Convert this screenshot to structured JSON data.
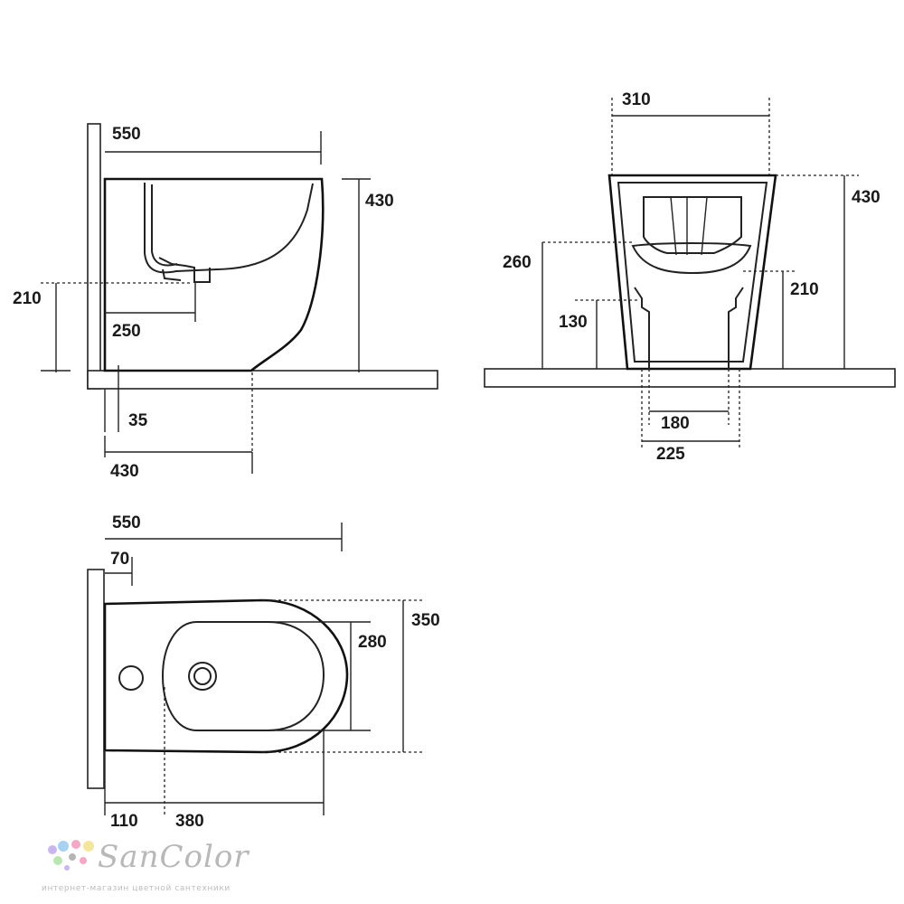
{
  "side_view": {
    "dim_width": "550",
    "dim_height": "430",
    "dim_inlet_height": "210",
    "dim_inlet_depth": "250",
    "dim_wall_offset": "35",
    "dim_base_depth": "430"
  },
  "front_view": {
    "dim_top_width": "310",
    "dim_height": "430",
    "dim_rim_height": "260",
    "dim_outlet_height": "210",
    "dim_base_height": "130",
    "dim_inner_base": "180",
    "dim_outer_base": "225"
  },
  "top_view": {
    "dim_length": "550",
    "dim_wall_gap": "70",
    "dim_width": "350",
    "dim_bowl_width": "280",
    "dim_hole_offset": "110",
    "dim_bowl_length": "380"
  },
  "logo": {
    "brand": "SanColor",
    "tagline": "интернет-магазин цветной сантехники",
    "colors": [
      "#f7a6c6",
      "#a8d2f2",
      "#c9b6ef",
      "#f4e79b",
      "#b8e6b0",
      "#b5b5b5"
    ]
  }
}
